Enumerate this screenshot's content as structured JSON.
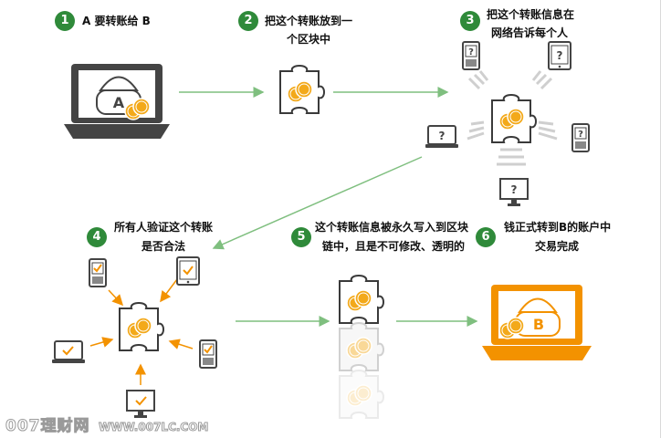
{
  "steps": [
    {
      "num": "1",
      "lines": [
        "A 要转账给 B"
      ]
    },
    {
      "num": "2",
      "lines": [
        "把这个转账放到一",
        "个区块中"
      ]
    },
    {
      "num": "3",
      "lines": [
        "把这个转账信息在",
        "网络告诉每个人"
      ]
    },
    {
      "num": "4",
      "lines": [
        "所有人验证这个转账",
        "是否合法"
      ]
    },
    {
      "num": "5",
      "lines": [
        "这个转账信息被永久写入到区块",
        "链中，且是不可修改、透明的"
      ]
    },
    {
      "num": "6",
      "lines": [
        "钱正式转到B的账户中",
        "交易完成"
      ]
    }
  ],
  "labels": {
    "wallet_a": "A",
    "wallet_b": "B",
    "unknown_mark": "?"
  },
  "watermark": {
    "brand": "007理财网",
    "site": "WWW.007LC.COM"
  },
  "colors": {
    "accent_green": "#2f8a3a",
    "arrow_green": "#7fbf7f",
    "coin_gold": "#f3a91a",
    "laptop_orange": "#f39200",
    "device_dark": "#444444",
    "piece_outline": "#3a3a3a"
  }
}
